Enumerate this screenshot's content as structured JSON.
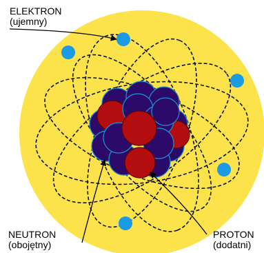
{
  "labels": {
    "electron": {
      "name": "ELEKTRON",
      "charge": "(ujemny)"
    },
    "neutron": {
      "name": "NEUTRON",
      "charge": "(obojętny)"
    },
    "proton": {
      "name": "PROTON",
      "charge": "(dodatni)"
    }
  },
  "colors": {
    "atom_field": "#fce34b",
    "electron": "#1a9be4",
    "proton": "#b30d10",
    "neutron": "#2b0a6a",
    "particle_edge": "#1f8fd0",
    "orbit": "#111111"
  }
}
